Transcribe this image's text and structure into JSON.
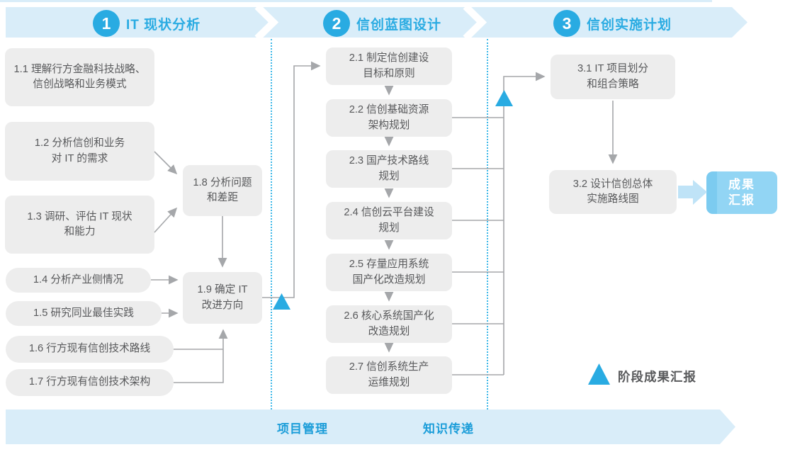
{
  "phases": [
    {
      "number": "1",
      "title": "IT 现状分析"
    },
    {
      "number": "2",
      "title": "信创蓝图设计"
    },
    {
      "number": "3",
      "title": "信创实施计划"
    }
  ],
  "boxes": {
    "b11": {
      "line1": "1.1 理解行方金融科技战略、",
      "line2": "信创战略和业务模式"
    },
    "b12": {
      "line1": "1.2 分析信创和业务",
      "line2": "对 IT 的需求"
    },
    "b13": {
      "line1": "1.3 调研、评估 IT 现状",
      "line2": "和能力"
    },
    "b14": {
      "line1": "1.4 分析产业侧情况"
    },
    "b15": {
      "line1": "1.5 研究同业最佳实践"
    },
    "b16": {
      "line1": "1.6 行方现有信创技术路线"
    },
    "b17": {
      "line1": "1.7 行方现有信创技术架构"
    },
    "b18": {
      "line1": "1.8 分析问题",
      "line2": "和差距"
    },
    "b19": {
      "line1": "1.9 确定 IT",
      "line2": "改进方向"
    },
    "b21": {
      "line1": "2.1 制定信创建设",
      "line2": "目标和原则"
    },
    "b22": {
      "line1": "2.2 信创基础资源",
      "line2": "架构规划"
    },
    "b23": {
      "line1": "2.3 国产技术路线",
      "line2": "规划"
    },
    "b24": {
      "line1": "2.4 信创云平台建设",
      "line2": "规划"
    },
    "b25": {
      "line1": "2.5 存量应用系统",
      "line2": "国产化改造规划"
    },
    "b26": {
      "line1": "2.6 核心系统国产化",
      "line2": "改造规划"
    },
    "b27": {
      "line1": "2.7 信创系统生产",
      "line2": "运维规划"
    },
    "b31": {
      "line1": "3.1 IT 项目划分",
      "line2": "和组合策略"
    },
    "b32": {
      "line1": "3.2 设计信创总体",
      "line2": "实施路线图"
    }
  },
  "result_box": {
    "line1": "成果",
    "line2": "汇报"
  },
  "legend": {
    "label": "阶段成果汇报"
  },
  "footer": {
    "items": [
      "项目管理",
      "知识传递"
    ]
  },
  "colors": {
    "accent_blue": "#29abe2",
    "band_light_blue": "#d9edf9",
    "footer_text_blue": "#1b9dd9",
    "box_gray": "#ededed",
    "box_text_gray": "#58595b",
    "connector_gray": "#a5a7aa",
    "dotted_line_blue": "#3db8e8",
    "result_box_blue": "#92d5f4",
    "fat_arrow_blue": "#bfe3f7"
  }
}
